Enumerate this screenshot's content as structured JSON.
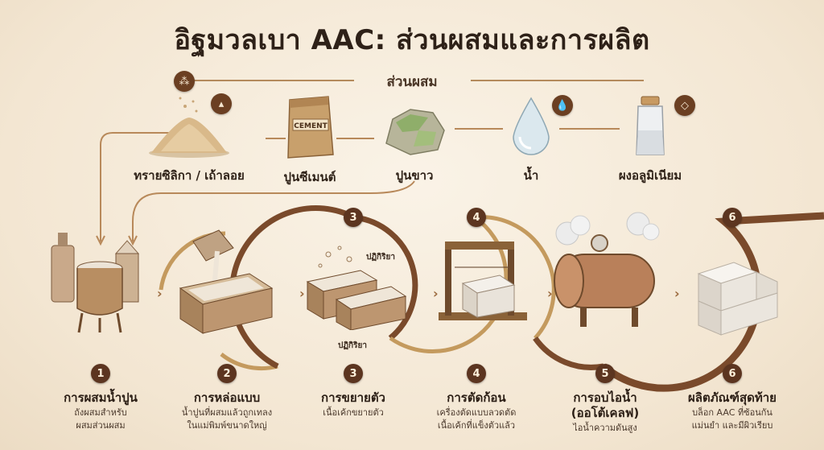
{
  "title": "อิฐมวลเบา AAC: ส่วนผสมและการผลิต",
  "subtitle": "ส่วนผสม",
  "ingredients": [
    {
      "label": "ทรายซิลิกา / เถ้าลอย",
      "icon": "sand-pile-icon",
      "badge_icon": "grain-icon"
    },
    {
      "label": "ปูนซีเมนต์",
      "icon": "cement-bag-icon",
      "bag_text": "CEMENT"
    },
    {
      "label": "ปูนขาว",
      "icon": "lime-rock-icon"
    },
    {
      "label": "น้ำ",
      "icon": "water-drop-icon",
      "badge_icon": "drop-icon"
    },
    {
      "label": "ผงอลูมิเนียม",
      "icon": "powder-jar-icon",
      "badge_icon": "gem-icon"
    }
  ],
  "reaction_label": "ปฏิกิริยา",
  "stage_numbers": {
    "s3": "3",
    "s4": "4",
    "s6": "6"
  },
  "steps": [
    {
      "number": "1",
      "title": "การผสมน้ำปูน",
      "desc": [
        "ถังผสมสำหรับ",
        "ผสมส่วนผสม"
      ]
    },
    {
      "number": "2",
      "title": "การหล่อแบบ",
      "desc": [
        "น้ำปูนที่ผสมแล้วถูกเทลง",
        "ในแม่พิมพ์ขนาดใหญ่"
      ]
    },
    {
      "number": "3",
      "title": "การขยายตัว",
      "desc": [
        "เนื้อเค้กขยายตัว",
        ""
      ]
    },
    {
      "number": "4",
      "title": "การตัดก้อน",
      "desc": [
        "เครื่องตัดแบบลวดตัด",
        "เนื้อเค้กที่แข็งตัวแล้ว"
      ]
    },
    {
      "number": "5",
      "title": "การอบไอน้ำ",
      "title2": "(ออโต้เคลฟ)",
      "desc": [
        "ไอน้ำความดันสูง",
        ""
      ]
    },
    {
      "number": "6",
      "title": "ผลิตภัณฑ์สุดท้าย",
      "desc": [
        "บล็อก AAC ที่ซ้อนกัน",
        "แม่นยำ และมีผิวเรียบ"
      ]
    }
  ],
  "colors": {
    "accent": "#6b3f22",
    "path": "#7a4a2b",
    "gold": "#c49a5e",
    "background": "#f6ecdc"
  }
}
